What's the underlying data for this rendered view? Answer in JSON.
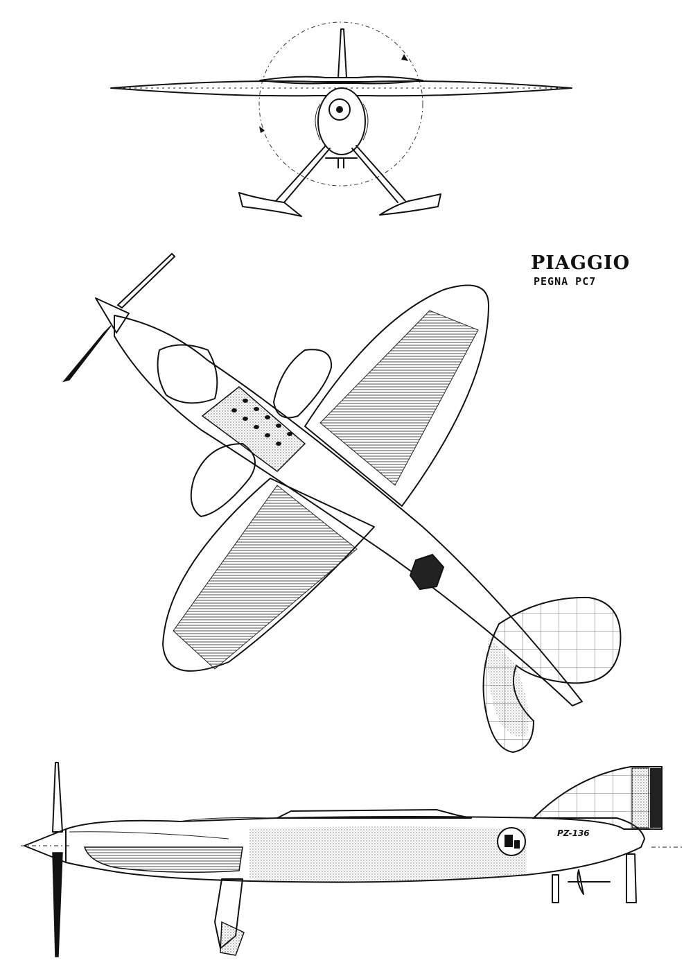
{
  "title": {
    "manufacturer": "PIAGGIO",
    "model": "PEGNA PC7"
  },
  "side_view": {
    "registration": "PZ-136"
  },
  "views": [
    "front-view",
    "top-view",
    "side-view"
  ]
}
